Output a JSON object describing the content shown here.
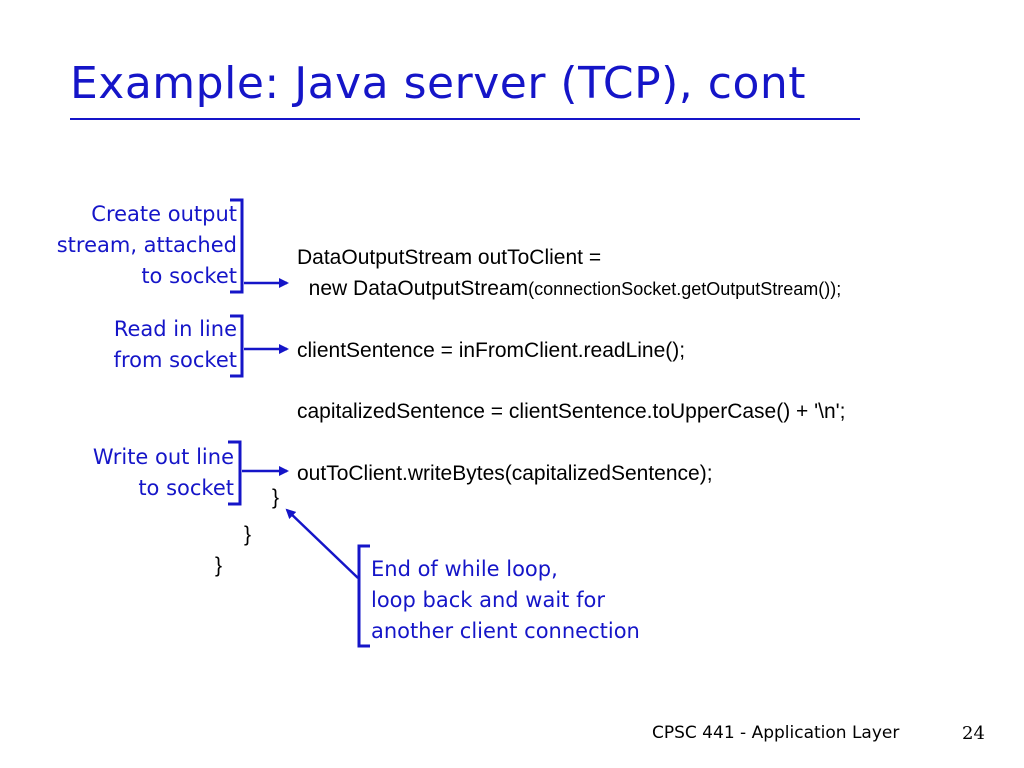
{
  "slide": {
    "title": "Example: Java server (TCP), cont",
    "annotations": [
      {
        "lines": [
          "Create output",
          "stream, attached",
          "to socket"
        ]
      },
      {
        "lines": [
          "Read in  line",
          "from socket"
        ]
      },
      {
        "lines": [
          "Write out line",
          "to socket"
        ]
      },
      {
        "lines": [
          "End of while loop,",
          "loop back and wait for",
          "another client connection"
        ]
      }
    ],
    "code": {
      "line1": "DataOutputStream  outToClient =",
      "line2_main": "  new DataOutputStream",
      "line2_small": "(connectionSocket.getOutputStream());",
      "line3": "clientSentence = inFromClient.readLine();",
      "line4": "capitalizedSentence = clientSentence.toUpperCase() + '\\n';",
      "line5": "outToClient.writeBytes(capitalizedSentence);",
      "brace1": "}",
      "brace2": "}",
      "brace3": "}"
    },
    "footer": "CPSC 441 - Application Layer",
    "page_number": "24",
    "colors": {
      "accent": "#1515c8",
      "text": "#000000",
      "background": "#ffffff"
    }
  }
}
